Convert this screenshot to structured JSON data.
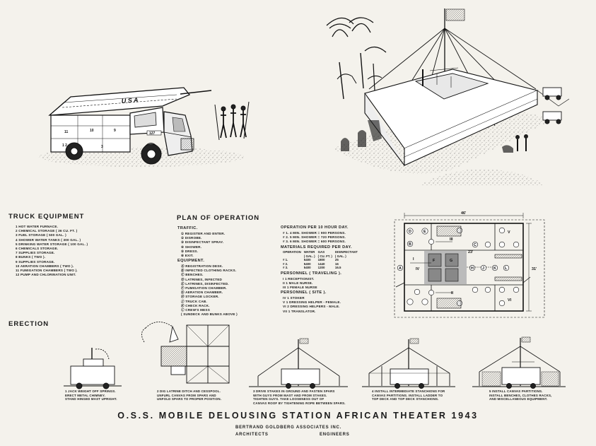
{
  "truck_equipment": {
    "heading": "TRUCK EQUIPMENT",
    "items": [
      "1  HOT WATER FURNACE.",
      "2  CHEMICAL STORAGE ( 36 CU. FT. )",
      "3  FUEL STORAGE ( 500 GAL. )",
      "4  SHOWER WATER TANKS ( 300 GAL. )",
      "5  DRINKING WATER STORAGE ( 100 GAL. )",
      "6  CHEMICALS STORAGE.",
      "7  SUPPLIES STORAGE.",
      "8  BUNKS ( TWO ).",
      "9  SUPPLIES STORAGE.",
      "10  AERATION CHAMBERS ( TWO ).",
      "11  FUMIGATION CHAMBERS ( TWO ).",
      "12  PUMP AND CHLORINATION UNIT."
    ]
  },
  "plan": {
    "heading": "PLAN OF OPERATION",
    "traffic_label": "TRAFFIC.",
    "traffic": [
      "① REGISTER AND ENTER.",
      "② DISROBE.",
      "③ DISINFECTANT SPRAY.",
      "④ SHOWER.",
      "⑤ DRESS.",
      "⑥ EXIT."
    ],
    "equipment_label": "EQUIPMENT.",
    "equipment": [
      "Ⓐ REGISTRATION DESK.",
      "Ⓑ INFECTED CLOTHING RACKS.",
      "Ⓒ BENCHES.",
      "Ⓓ LATRINES, INFECTED",
      "Ⓔ LATRINES, DISINFECTED.",
      "Ⓕ FUMIGATION CHAMBER.",
      "Ⓖ AERATION CHAMBER.",
      "Ⓗ STORAGE LOCKER.",
      "Ⓙ TRUCK CAB.",
      "Ⓚ CHECK RACK.",
      "Ⓛ CREW'S MESS",
      "( SUNDECK AND BUNKS ABOVE )"
    ]
  },
  "operation": {
    "heading": "OPERATION PER 10 HOUR DAY.",
    "lines": [
      "# 1.  4 MIN. SHOWER = 900 PERSONS.",
      "# 2.  5 MIN. SHOWER = 720 PERSONS.",
      "# 3.  6 MIN. SHOWER = 600 PERSONS."
    ]
  },
  "materials": {
    "heading": "MATERIALS REQUIRED PER DAY.",
    "columns": [
      "OPERATION",
      "WATER",
      "GAS",
      "DISINFECTANT"
    ],
    "units": [
      "",
      "( GAL. )",
      "( CU. FT. )",
      "( GAL. )"
    ],
    "rows": [
      [
        "# 1.",
        "5400",
        "1800",
        "25"
      ],
      [
        "# 2.",
        "5400",
        "1440",
        "16"
      ],
      [
        "# 3.",
        "5400",
        "1200",
        "16.5"
      ]
    ]
  },
  "personnel_traveling": {
    "heading": "PERSONNEL ( TRAVELING ).",
    "items": [
      "I  1 RECEPTIONIST.",
      "II  1 MALE NURSE.",
      "III  1 FEMALE NURSE"
    ]
  },
  "personnel_site": {
    "heading": "PERSONNEL ( SITE ).",
    "items": [
      "IV  1 STOKER",
      "V  1 DRESSING HELPER - FEMALE.",
      "VI  2 DRESSING HELPERS - MALE.",
      "VII  1 TRANSLATOR."
    ]
  },
  "floor_plan": {
    "width_label": "46'",
    "depth_label": "31'",
    "inner_label": "23'",
    "zones": [
      "I",
      "II",
      "III",
      "IV",
      "V",
      "VI"
    ],
    "letters": [
      "A",
      "B",
      "C",
      "D",
      "E",
      "F",
      "G",
      "H",
      "J",
      "K",
      "L"
    ]
  },
  "erection": {
    "heading": "ERECTION",
    "steps": [
      "1  JACK WEIGHT OFF SPRINGS.\nERECT METAL CHIMNEY.\nSTAND HINGED MAST UPRIGHT.",
      "2  DIG LATRINE DITCH AND CESSPOOL.\nUNFURL CANVAS FROM SPARS AND\nUNFOLD SPARS TO PROPER POSITION.",
      "3  DRIVE STAKES IN GROUND AND FASTEN SPARS\nWITH GUYS FROM MAST AND FROM STAKES.\nTIGHTEN GUYS. TAKE LOOSENESS OUT OF\nCANVAS ROOF BY TIGHTENING ROPE BETWEEN SPARS.",
      "4  INSTALL INTERMEDIATE STANCHIONS FOR\nCANVAS PARTITIONS. INSTALL LADDER TO\nTOP DECK AND TOP DECK STANCHIONS.",
      "5  INSTALL CANVAS PARTITIONS.\nINSTALL BENCHES, CLOTHES RACKS,\nAND MISCELLANEOUS EQUIPMENT."
    ]
  },
  "truck_labels": {
    "side": "U S A",
    "cab_number": "127"
  },
  "title": "O.S.S. MOBILE DELOUSING STATION   AFRICAN THEATER   1943",
  "firm": {
    "name": "BERTRAND GOLDBERG ASSOCIATES INC.",
    "left": "ARCHITECTS",
    "right": "ENGINEERS"
  }
}
